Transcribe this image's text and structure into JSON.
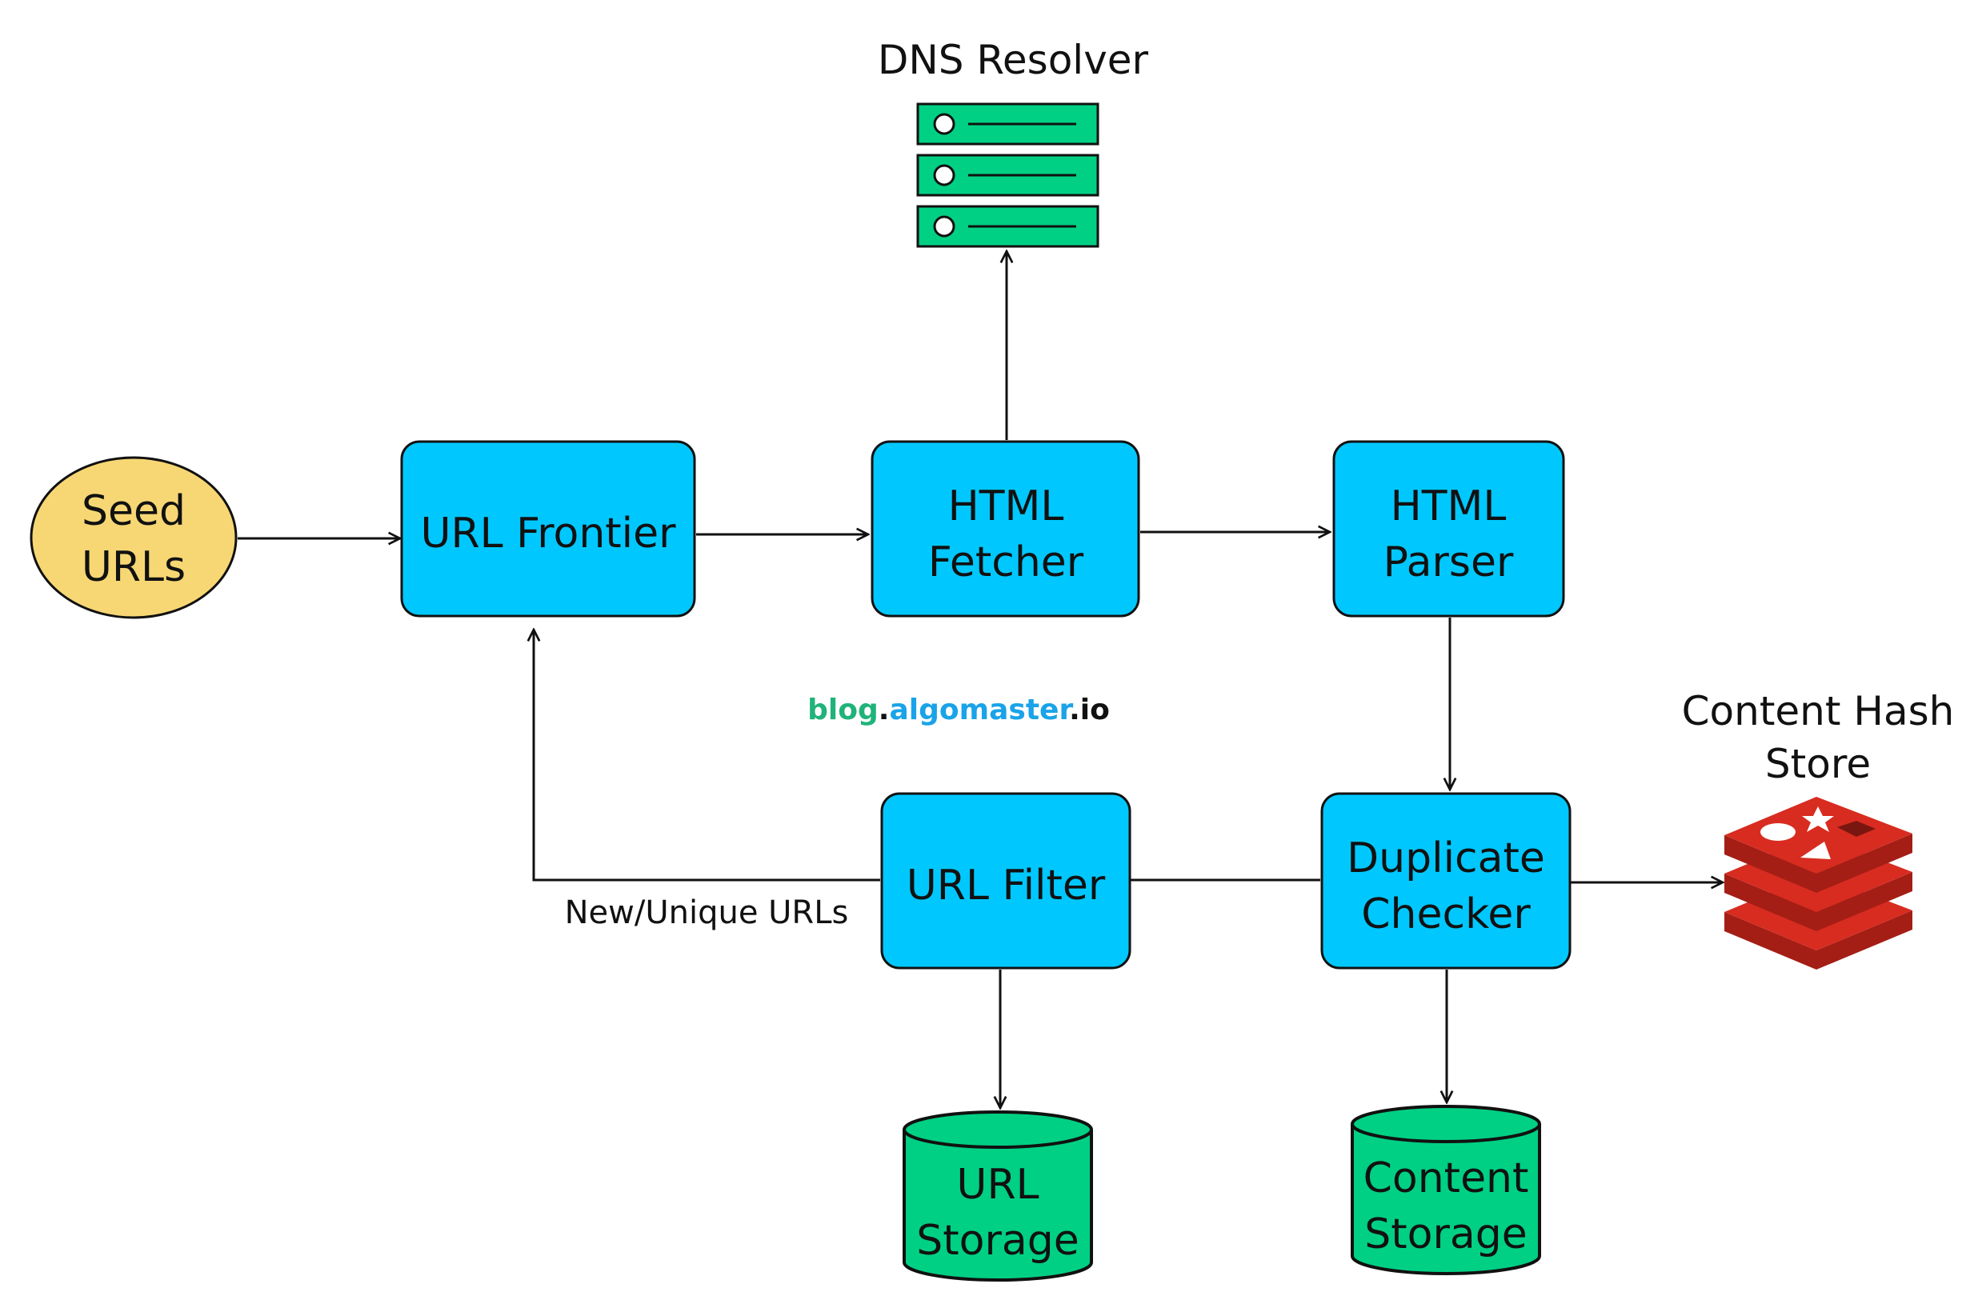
{
  "colors": {
    "process_fill": "#00c8ff",
    "storage_fill": "#00d084",
    "seed_fill": "#f7d774",
    "redis_red": "#d82c20",
    "stroke": "#111111",
    "wm_green": "#1fb37a",
    "wm_blue": "#1aa3e8"
  },
  "nodes": {
    "seed": {
      "line1": "Seed",
      "line2": "URLs"
    },
    "frontier": {
      "label": "URL Frontier"
    },
    "fetcher": {
      "line1": "HTML",
      "line2": "Fetcher"
    },
    "parser": {
      "line1": "HTML",
      "line2": "Parser"
    },
    "filter": {
      "label": "URL Filter"
    },
    "checker": {
      "line1": "Duplicate",
      "line2": "Checker"
    },
    "dns": {
      "title": "DNS Resolver",
      "icon": "server-stack-icon"
    },
    "hash_store": {
      "line1": "Content Hash",
      "line2": "Store",
      "icon": "redis-icon"
    },
    "url_storage": {
      "line1": "URL",
      "line2": "Storage",
      "icon": "database-icon"
    },
    "content_storage": {
      "line1": "Content",
      "line2": "Storage",
      "icon": "database-icon"
    }
  },
  "edges": {
    "new_unique": "New/Unique URLs"
  },
  "watermark": {
    "part1": "blog",
    "dot1": ".",
    "part2": "algomaster",
    "dot2": ".",
    "part3": "io"
  }
}
